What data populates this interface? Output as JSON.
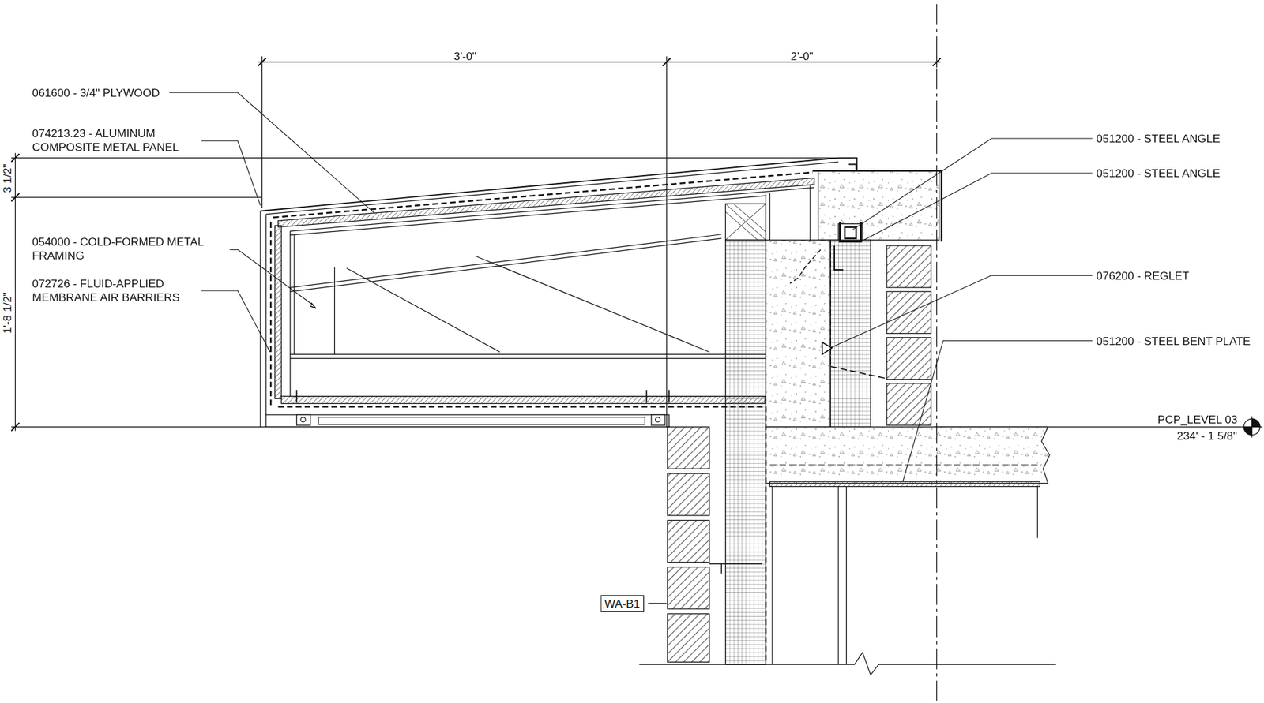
{
  "diagram": {
    "nodes": [
      {
        "text": [
          "WA-B1"
        ]
      }
    ],
    "labels": [
      "061600 - 3/4\" PLYWOOD",
      "074213.23 - ALUMINUM COMPOSITE METAL PANEL",
      "054000 - COLD-FORMED METAL FRAMING",
      "072726 - FLUID-APPLIED MEMBRANE AIR BARRIERS",
      "051200 - STEEL ANGLE",
      "051200 - STEEL ANGLE",
      "076200 - REGLET",
      "051200 - STEEL BENT PLATE",
      "3'-0\"",
      "2'-0\"",
      "3 1/2\"",
      "1'-8 1/2\"",
      "PCP_LEVEL 03",
      "234' - 1 5/8\""
    ]
  }
}
